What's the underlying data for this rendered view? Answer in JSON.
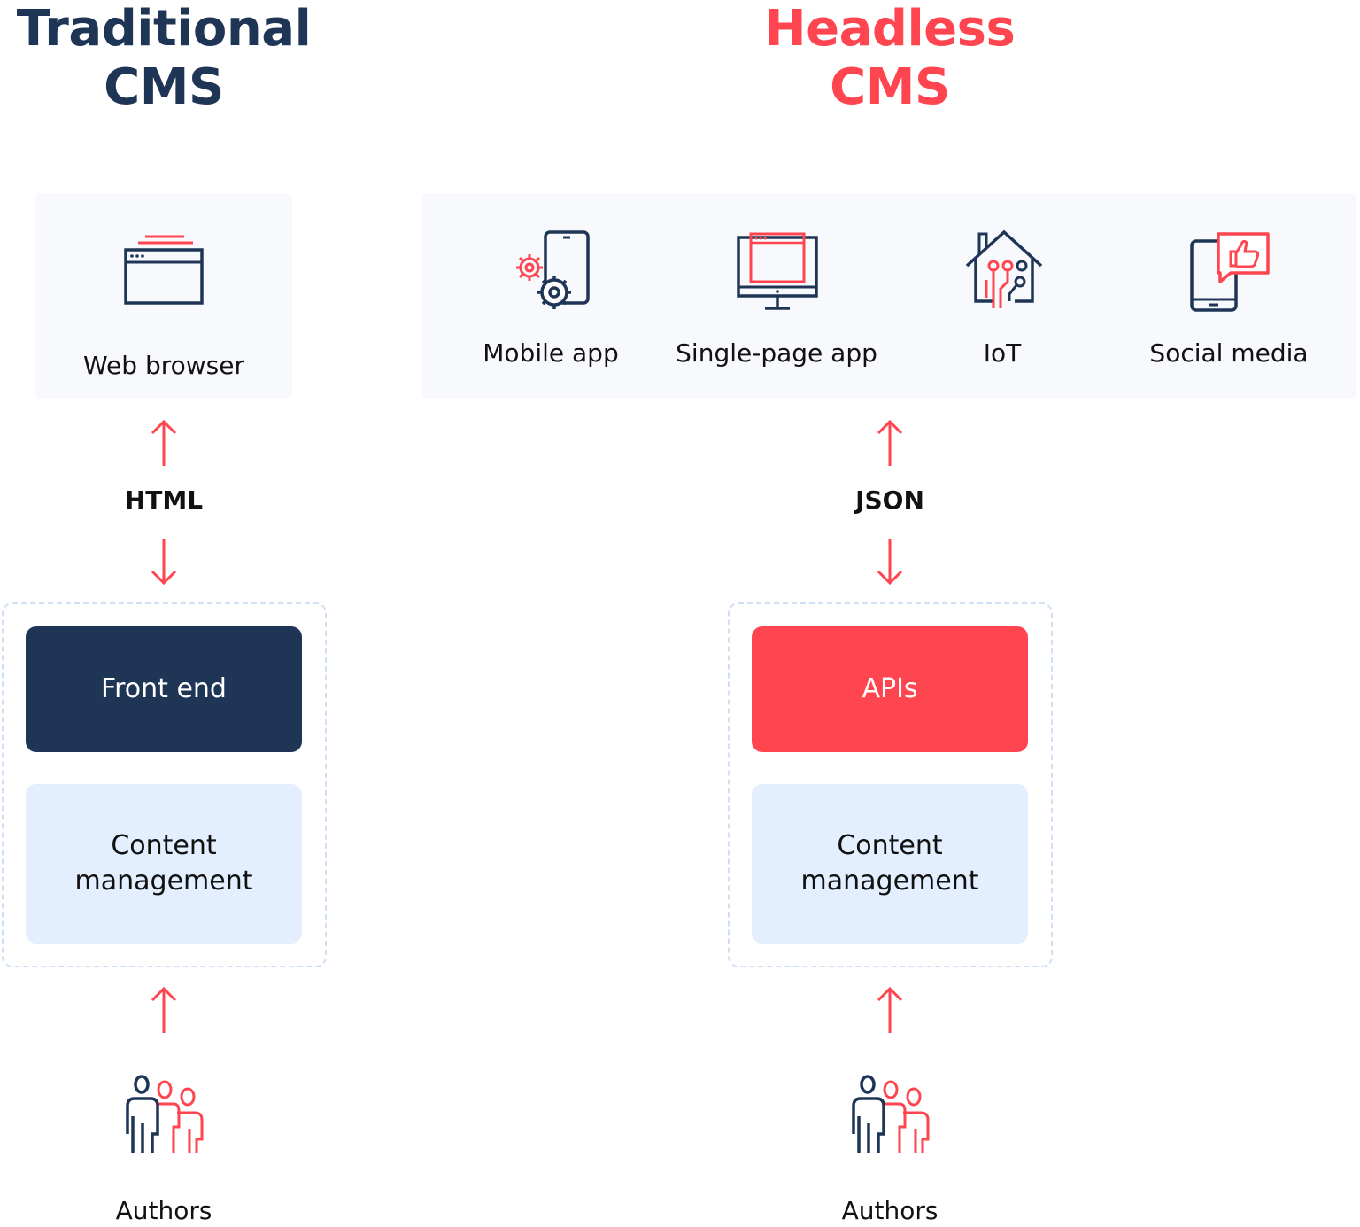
{
  "traditional": {
    "title_line1": "Traditional",
    "title_line2": "CMS",
    "channel_label": "Web browser",
    "transport_label": "HTML",
    "front_end_label": "Front end",
    "content_line1": "Content",
    "content_line2": "management",
    "authors_label": "Authors"
  },
  "headless": {
    "title_line1": "Headless",
    "title_line2": "CMS",
    "channels": [
      {
        "label": "Mobile app",
        "icon": "mobile-app-icon"
      },
      {
        "label": "Single-page app",
        "icon": "monitor-icon"
      },
      {
        "label": "IoT",
        "icon": "smart-home-icon"
      },
      {
        "label": "Social media",
        "icon": "social-media-icon"
      }
    ],
    "transport_label": "JSON",
    "apis_label": "APIs",
    "content_line1": "Content",
    "content_line2": "management",
    "authors_label": "Authors"
  },
  "colors": {
    "navy": "#1f3556",
    "red": "#ff4650",
    "light_blue": "#e3eefe",
    "panel_bg": "#f7f9fd",
    "dashed_border": "#cfe0f5"
  }
}
